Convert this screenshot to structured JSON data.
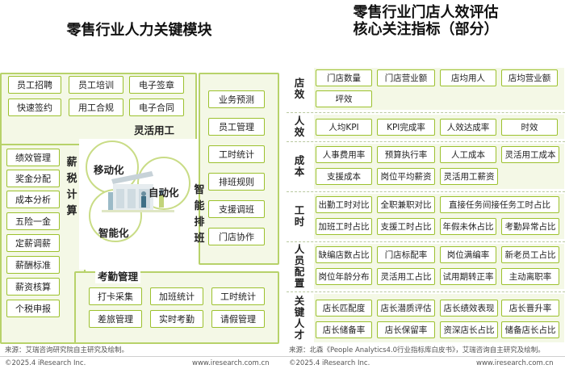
{
  "left": {
    "title": "零售行业人力关键模块",
    "flexible": {
      "label": "灵活用工",
      "items": [
        "员工招聘",
        "员工培训",
        "电子签章",
        "快速签约",
        "用工合规",
        "电子合同"
      ]
    },
    "payroll": {
      "label": "薪税计算",
      "items": [
        "绩效管理",
        "奖金分配",
        "成本分析",
        "五险一金",
        "定薪调薪",
        "薪酬标准",
        "薪资核算",
        "个税申报"
      ]
    },
    "scheduling": {
      "label": "智能排班",
      "items": [
        "业务预测",
        "员工管理",
        "工时统计",
        "排班规则",
        "支援调班",
        "门店协作"
      ]
    },
    "attendance": {
      "label": "考勤管理",
      "items": [
        "打卡采集",
        "加班统计",
        "工时统计",
        "差旅管理",
        "实时考勤",
        "请假管理"
      ]
    },
    "center": [
      "移动化",
      "自动化",
      "智能化"
    ],
    "source": "来源：艾瑞咨询研究院自主研究及绘制。"
  },
  "right": {
    "title_line1": "零售行业门店人效评估",
    "title_line2": "核心关注指标（部分）",
    "rows": [
      {
        "label": "店效",
        "items": [
          "门店数量",
          "门店营业额",
          "店均用人",
          "店均营业额",
          "坪效"
        ]
      },
      {
        "label": "人效",
        "items": [
          "人均KPI",
          "KPI完成率",
          "人效达成率",
          "时效"
        ]
      },
      {
        "label": "成本",
        "items": [
          "人事费用率",
          "预算执行率",
          "人工成本",
          "灵活用工成本",
          "支援成本",
          "岗位平均薪资",
          "灵活用工薪资"
        ]
      },
      {
        "label": "工时",
        "items": [
          "出勤工时对比",
          "全职兼职对比",
          "直接任务间接任务工时占比",
          "加班工时占比",
          "支援工时占比",
          "年假未休占比",
          "考勤异常占比"
        ]
      },
      {
        "label": "人员配置",
        "items": [
          "缺编店数占比",
          "门店标配率",
          "岗位满编率",
          "新老员工占比",
          "岗位年龄分布",
          "灵活用工占比",
          "试用期转正率",
          "主动离职率"
        ]
      },
      {
        "label": "关键人才",
        "items": [
          "店长匹配度",
          "店长潜质评估",
          "店长绩效表现",
          "店长晋升率",
          "店长储备率",
          "店长保留率",
          "资深店长占比",
          "储备店长占比"
        ]
      }
    ],
    "source": "来源：北森《People Analytics4.0行业指标库白皮书》，艾瑞咨询自主研究及绘制。"
  },
  "footer": {
    "copyright": "©2025.4 iResearch Inc.",
    "site": "www.iresearch.com.cn"
  }
}
